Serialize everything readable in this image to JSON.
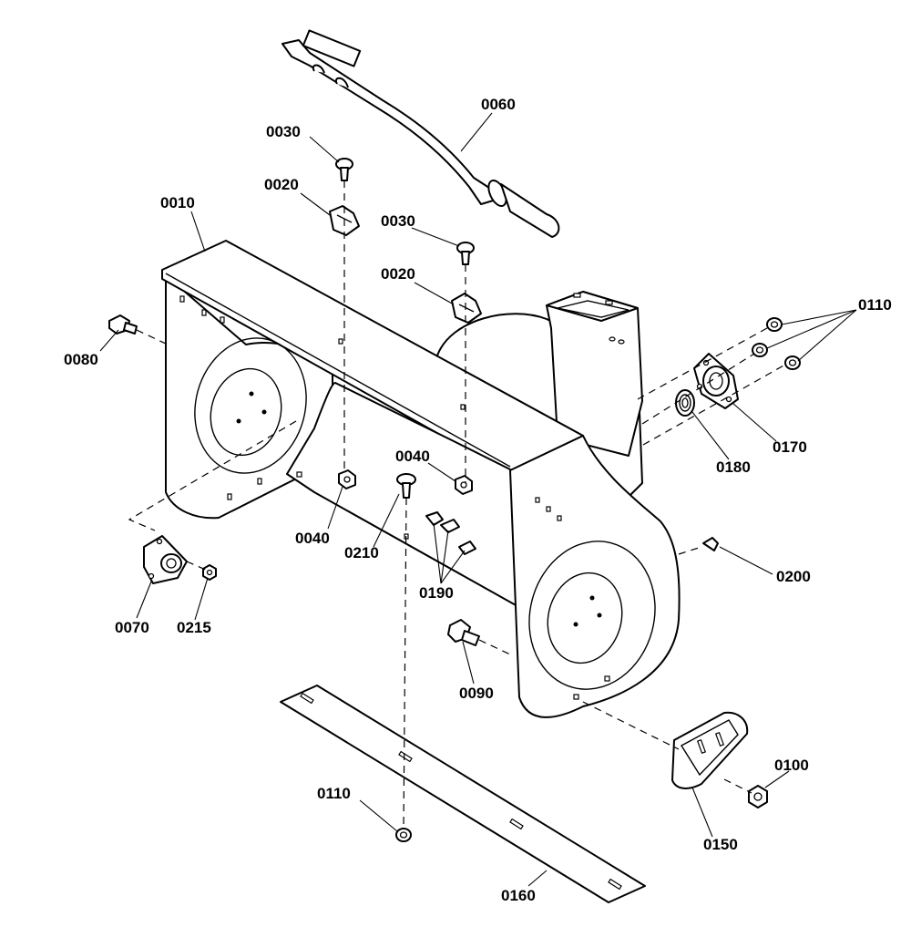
{
  "labels": {
    "l0010": "0010",
    "l0020a": "0020",
    "l0020b": "0020",
    "l0030a": "0030",
    "l0030b": "0030",
    "l0040a": "0040",
    "l0040b": "0040",
    "l0060": "0060",
    "l0070": "0070",
    "l0080": "0080",
    "l0090": "0090",
    "l0100": "0100",
    "l0110a": "0110",
    "l0110b": "0110",
    "l0150": "0150",
    "l0160": "0160",
    "l0170": "0170",
    "l0180": "0180",
    "l0190": "0190",
    "l0200": "0200",
    "l0210": "0210",
    "l0215": "0215"
  },
  "colors": {
    "line": "#000000",
    "background": "#ffffff"
  }
}
